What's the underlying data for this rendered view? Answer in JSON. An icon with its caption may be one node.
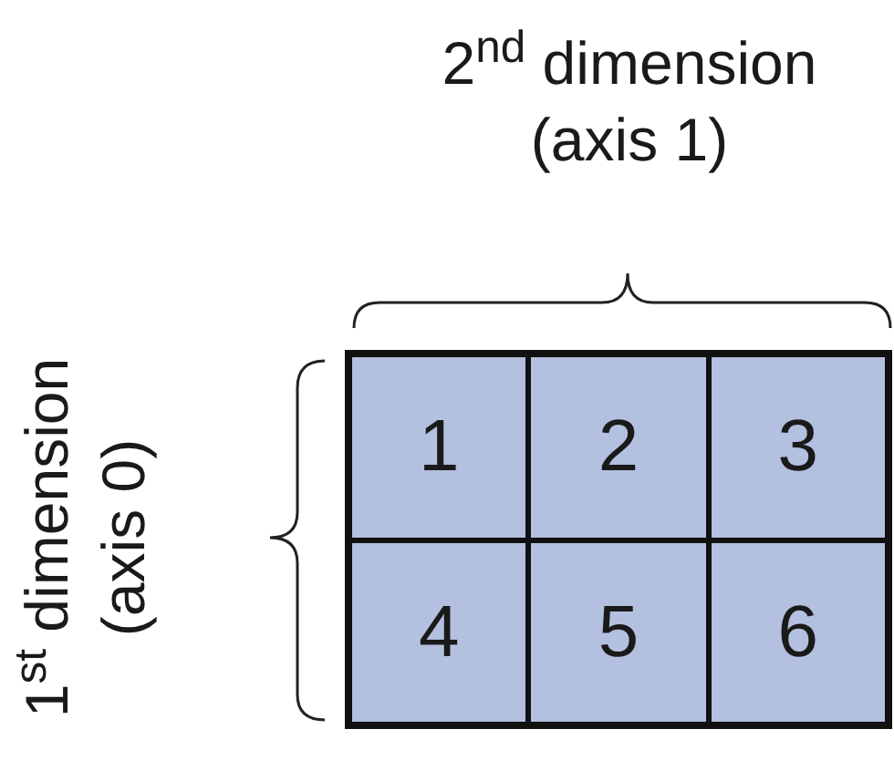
{
  "diagram": {
    "nodes": [
      {
        "text": [
          "1"
        ]
      },
      {
        "text": [
          "2"
        ]
      },
      {
        "text": [
          "3"
        ]
      },
      {
        "text": [
          "4"
        ]
      },
      {
        "text": [
          "5"
        ]
      },
      {
        "text": [
          "6"
        ]
      }
    ],
    "edges": [],
    "labels": [
      "2$^{nd}$ dimension (axis 1)",
      "1$^{st}$ dimension (axis 0)"
    ]
  }
}
